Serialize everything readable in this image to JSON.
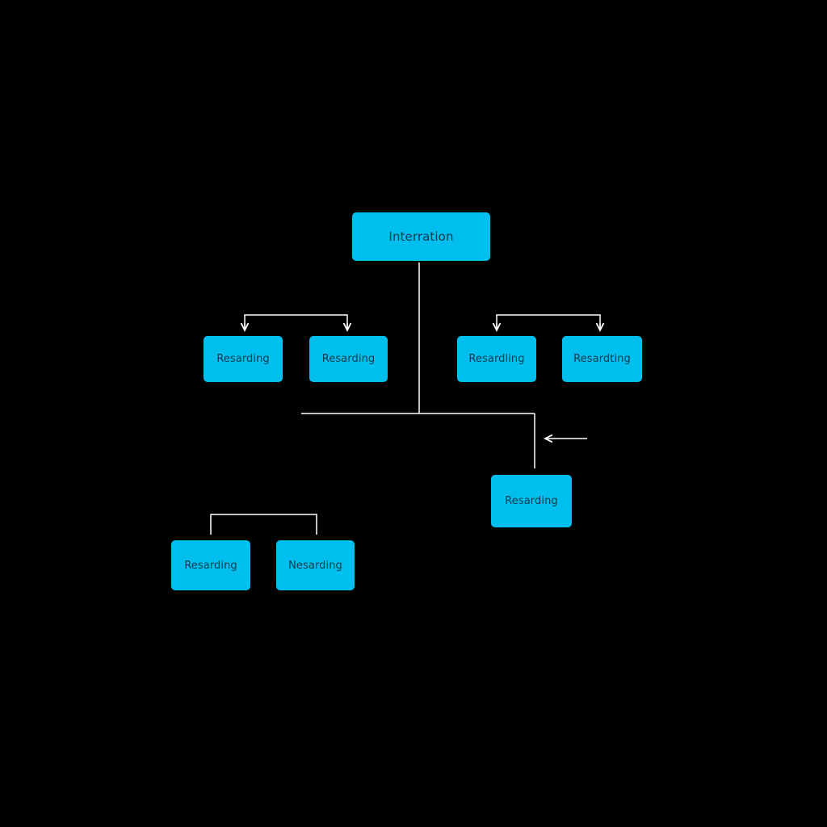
{
  "diagram": {
    "root": {
      "label": "Interration"
    },
    "nodes": {
      "a1": {
        "label": "Resarding"
      },
      "a2": {
        "label": "Resarding"
      },
      "b1": {
        "label": "Resardling"
      },
      "b2": {
        "label": "Resardting"
      },
      "c": {
        "label": "Resarding"
      },
      "d1": {
        "label": "Resarding"
      },
      "d2": {
        "label": "Nesarding"
      }
    }
  },
  "colors": {
    "background": "#000000",
    "node_fill": "#00bfee",
    "node_text": "#0b3a4a",
    "connector": "#ffffff"
  }
}
